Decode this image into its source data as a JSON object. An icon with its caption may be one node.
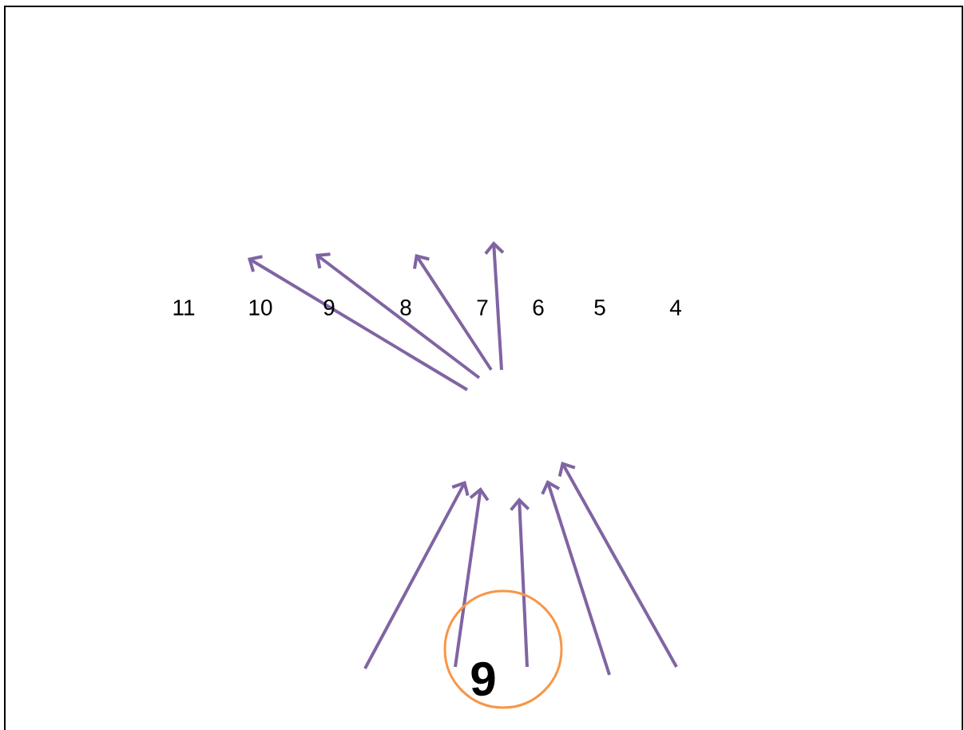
{
  "diagram": {
    "nodes": [
      {
        "text": [
          "9"
        ]
      }
    ],
    "labels": [
      "11",
      "10",
      "9",
      "8",
      "7",
      "6",
      "5",
      "4"
    ]
  }
}
